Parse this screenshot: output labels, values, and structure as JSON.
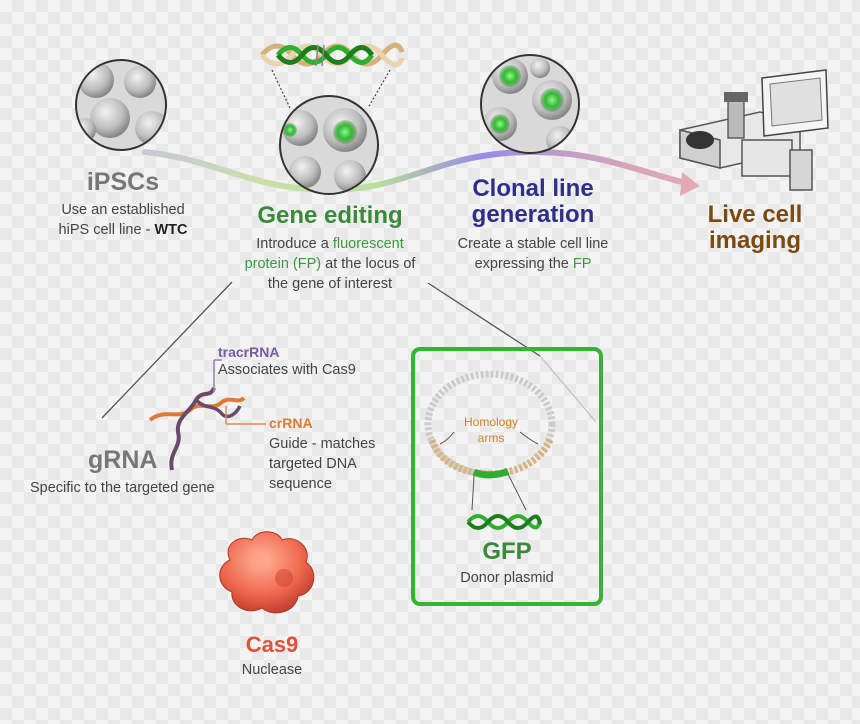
{
  "ipscs": {
    "title": "iPSCs",
    "line1": "Use an established",
    "line2_prefix": "hiPS cell line - ",
    "line2_bold": "WTC"
  },
  "gene_editing": {
    "title": "Gene editing",
    "line1_prefix": "Introduce a ",
    "line1_accent": "fluorescent",
    "line2_accent": "protein (FP)",
    "line2_suffix": " at the locus of",
    "line3": "the gene of interest"
  },
  "clonal": {
    "title_line1": "Clonal line",
    "title_line2": "generation",
    "line1": "Create a stable cell line",
    "line2_prefix": "expressing the ",
    "line2_accent": "FP"
  },
  "live": {
    "title_line1": "Live cell",
    "title_line2": "imaging"
  },
  "grna": {
    "tracr_label": "tracrRNA",
    "tracr_desc": "Associates with Cas9",
    "cr_label": "crRNA",
    "cr_desc1": "Guide - matches",
    "cr_desc2": "targeted DNA",
    "cr_desc3": "sequence",
    "title": "gRNA",
    "desc": "Specific to the targeted gene"
  },
  "cas9": {
    "title": "Cas9",
    "desc": "Nuclease"
  },
  "donor": {
    "homology_line1": "Homology",
    "homology_line2": "arms",
    "title": "GFP",
    "desc": "Donor plasmid"
  },
  "colors": {
    "green": "#3a8a3a",
    "blue": "#2f2f8a",
    "brown": "#7a4a12",
    "red": "#e0503a",
    "box_green": "#36b336"
  }
}
